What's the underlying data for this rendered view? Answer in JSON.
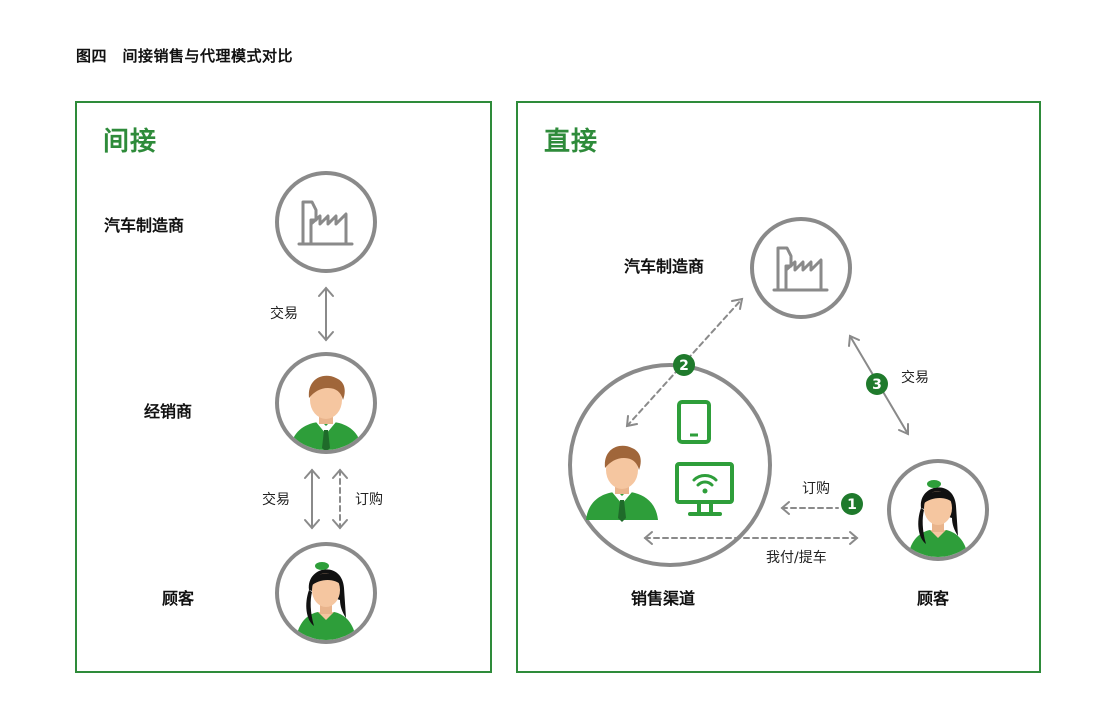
{
  "figure_title": "图四　间接销售与代理模式对比",
  "indirect": {
    "title": "间接",
    "manufacturer": "汽车制造商",
    "dealer": "经销商",
    "customer": "顾客",
    "link_top": "交易",
    "link_bottom_solid": "交易",
    "link_bottom_dashed": "订购"
  },
  "direct": {
    "title": "直接",
    "manufacturer": "汽车制造商",
    "channel": "销售渠道",
    "customer": "顾客",
    "trade_label": "交易",
    "order_label": "订购",
    "pay_label": "我付/提车",
    "step1": "1",
    "step2": "2",
    "step3": "3"
  },
  "colors": {
    "green": "#2e8b3a",
    "gray": "#8a8a8a",
    "skin": "#f5c6a0"
  }
}
